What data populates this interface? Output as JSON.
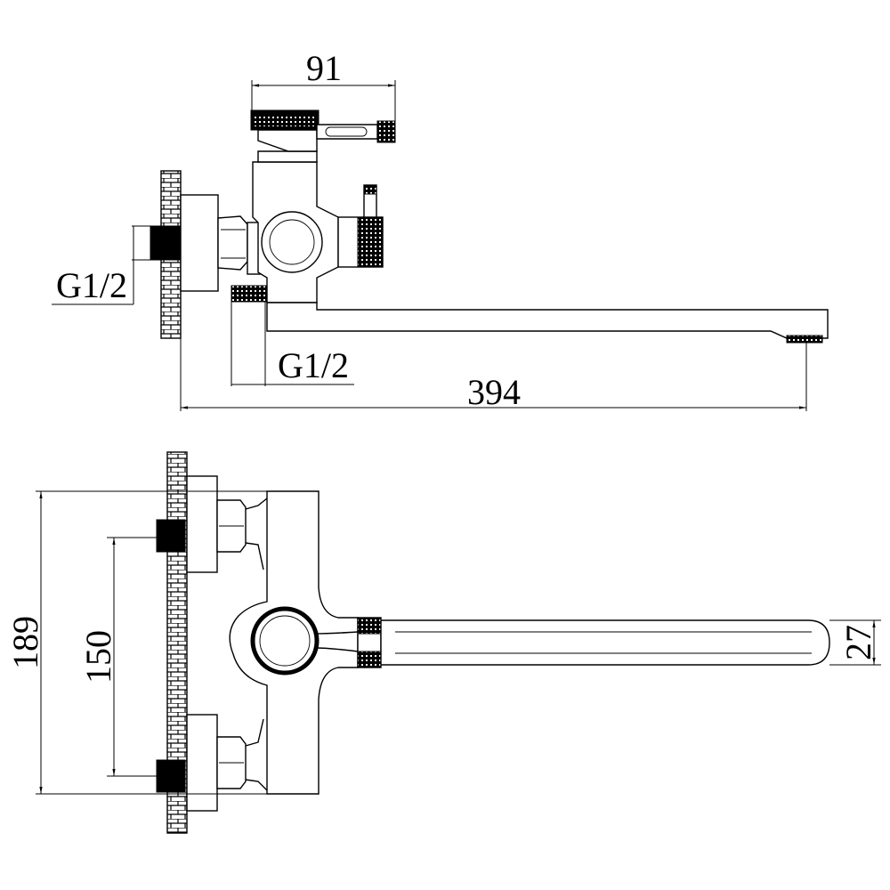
{
  "drawing": {
    "side_view": {
      "handle_width": "91",
      "wall_thread": "G1/2",
      "outlet_thread": "G1/2",
      "spout_reach": "394"
    },
    "top_view": {
      "overall_height": "189",
      "inlet_spacing": "150",
      "spout_width": "27"
    }
  }
}
